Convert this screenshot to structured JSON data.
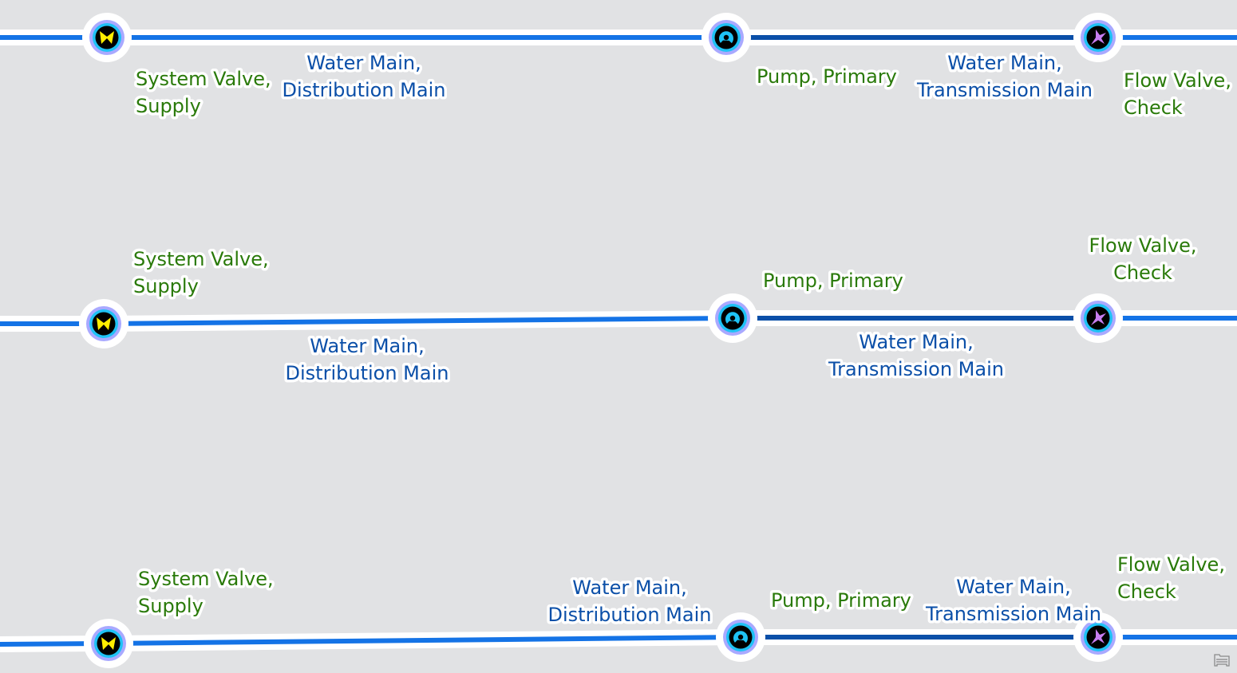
{
  "diagram": {
    "background": "#e1e2e4",
    "colors": {
      "distribution_main": "#1473e6",
      "transmission_main": "#0a4fa8",
      "halo": "#ffffff",
      "node_ring_outer": "#a9a9ff",
      "node_ring_inner": "#1ec2f5",
      "node_fill": "#000000",
      "system_valve_symbol": "#ffee00",
      "pump_symbol": "#1ec2f5",
      "flow_valve_symbol": "#c77df0",
      "label_device": "#2a7a0a",
      "label_line": "#0b4fa8"
    },
    "rows": [
      {
        "id": "row-1",
        "nodes": [
          {
            "type": "system-valve",
            "label": [
              "System Valve,",
              "Supply"
            ]
          },
          {
            "type": "pump",
            "label": [
              "Pump, Primary"
            ]
          },
          {
            "type": "flow-valve",
            "label": [
              "Flow Valve,",
              "Check"
            ]
          }
        ],
        "lines": [
          {
            "type": "distribution",
            "label": [
              "Water Main,",
              "Distribution Main"
            ]
          },
          {
            "type": "transmission",
            "label": [
              "Water Main,",
              "Transmission Main"
            ]
          }
        ]
      },
      {
        "id": "row-2",
        "nodes": [
          {
            "type": "system-valve",
            "label": [
              "System Valve,",
              "Supply"
            ]
          },
          {
            "type": "pump",
            "label": [
              "Pump, Primary"
            ]
          },
          {
            "type": "flow-valve",
            "label": [
              "Flow Valve,",
              "Check"
            ]
          }
        ],
        "lines": [
          {
            "type": "distribution",
            "label": [
              "Water Main,",
              "Distribution Main"
            ]
          },
          {
            "type": "transmission",
            "label": [
              "Water Main,",
              "Transmission Main"
            ]
          }
        ]
      },
      {
        "id": "row-3",
        "nodes": [
          {
            "type": "system-valve",
            "label": [
              "System Valve,",
              "Supply"
            ]
          },
          {
            "type": "pump",
            "label": [
              "Pump, Primary"
            ]
          },
          {
            "type": "flow-valve",
            "label": [
              "Flow Valve,",
              "Check"
            ]
          }
        ],
        "lines": [
          {
            "type": "distribution",
            "label": [
              "Water Main,",
              "Distribution Main"
            ]
          },
          {
            "type": "transmission",
            "label": [
              "Water Main,",
              "Transmission Main"
            ]
          }
        ]
      }
    ],
    "legend_button_icon": "legend-icon"
  }
}
